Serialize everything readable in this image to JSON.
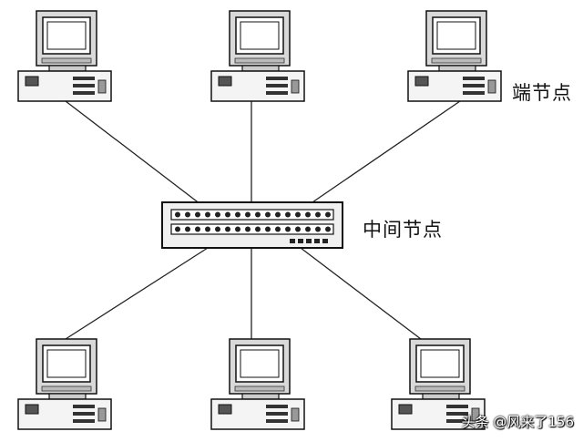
{
  "diagram": {
    "labels": {
      "end_node": "端节点",
      "middle_node": "中间节点"
    },
    "nodes": [
      {
        "id": "computer-top-left",
        "type": "computer"
      },
      {
        "id": "computer-top-center",
        "type": "computer"
      },
      {
        "id": "computer-top-right",
        "type": "computer"
      },
      {
        "id": "computer-bottom-left",
        "type": "computer"
      },
      {
        "id": "computer-bottom-center",
        "type": "computer"
      },
      {
        "id": "computer-bottom-right",
        "type": "computer"
      },
      {
        "id": "hub",
        "type": "switch"
      }
    ],
    "edges": [
      {
        "from": "hub",
        "to": "computer-top-left"
      },
      {
        "from": "hub",
        "to": "computer-top-center"
      },
      {
        "from": "hub",
        "to": "computer-top-right"
      },
      {
        "from": "hub",
        "to": "computer-bottom-left"
      },
      {
        "from": "hub",
        "to": "computer-bottom-center"
      },
      {
        "from": "hub",
        "to": "computer-bottom-right"
      }
    ]
  },
  "watermark": "头条 @风来了156"
}
